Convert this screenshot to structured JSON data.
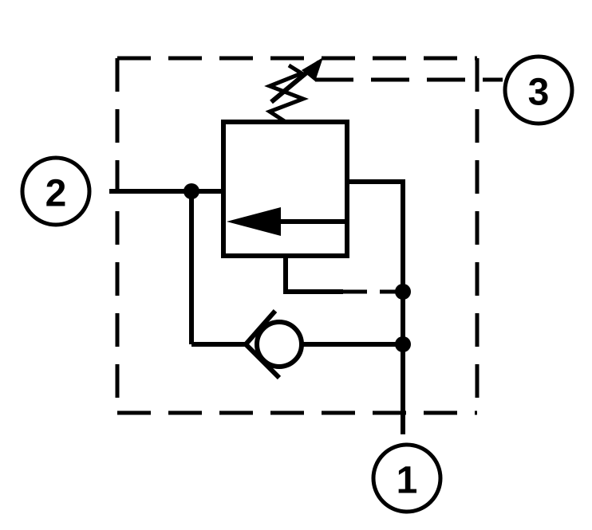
{
  "ports": [
    {
      "id": "1",
      "label": "1"
    },
    {
      "id": "2",
      "label": "2"
    },
    {
      "id": "3",
      "label": "3"
    }
  ],
  "colors": {
    "line": "#000000",
    "background": "#ffffff"
  }
}
